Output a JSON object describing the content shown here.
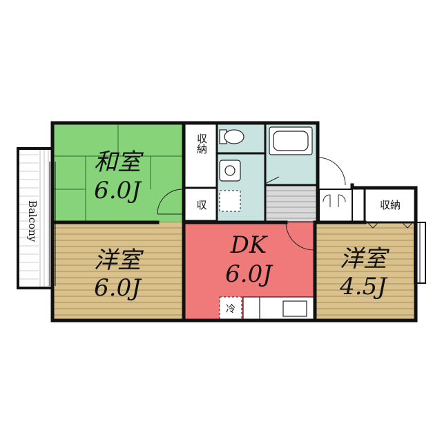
{
  "colors": {
    "tatami_room": "#86d37a",
    "western_room": "#d9c18e",
    "dk_room": "#f07a7a",
    "wet_area": "#c9e3e1",
    "wall": "#111111",
    "floor_lines": "#a98a52",
    "storage": "#ffffff"
  },
  "rooms": {
    "washitsu": {
      "name": "和室",
      "size": "6.0J"
    },
    "yoshitsu_left": {
      "name": "洋室",
      "size": "6.0J"
    },
    "dk": {
      "name": "DK",
      "size": "6.0J"
    },
    "yoshitsu_right": {
      "name": "洋室",
      "size": "4.5J"
    }
  },
  "labels": {
    "closet_upper": "収納",
    "closet_lower": "収",
    "closet_right": "収納",
    "fridge": "冷",
    "balcony": "Balcony"
  },
  "icons": [
    "toilet-icon",
    "bathtub-icon",
    "washbasin-icon",
    "washing-machine-icon",
    "stove-icon",
    "sink-icon",
    "door-swing-icon",
    "window-icon"
  ]
}
